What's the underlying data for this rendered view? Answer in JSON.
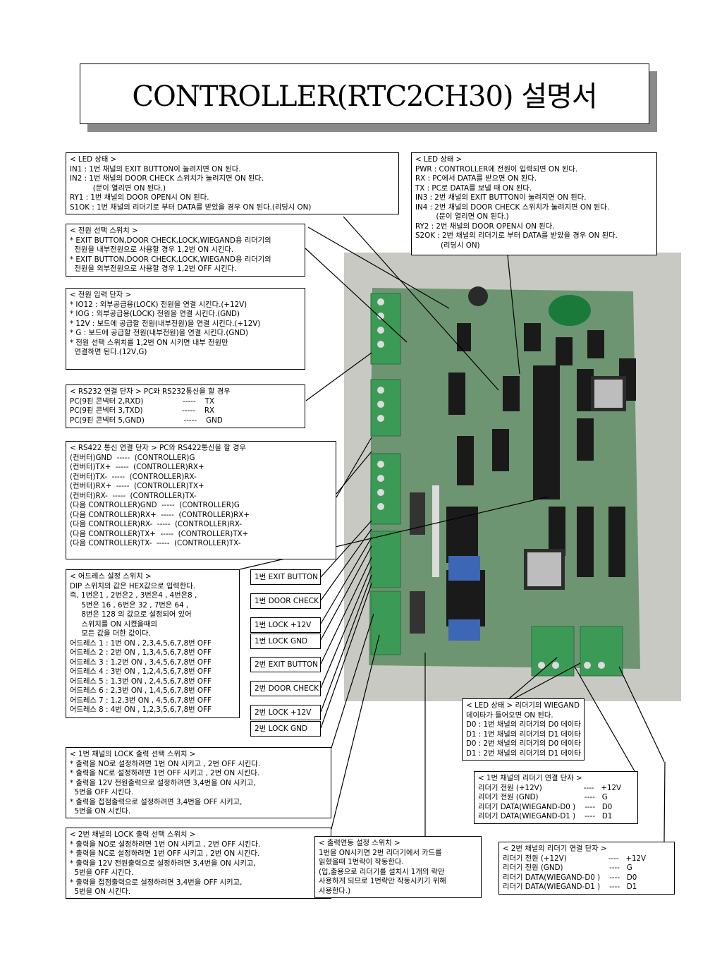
{
  "title": "CONTROLLER(RTC2CH30) 설명서",
  "boxes": {
    "led1": [
      "< LED 상태 >",
      "IN1 : 1번 채널의 EXIT BUTTON이 눌려지면 ON 된다.",
      "IN2 : 1번 채널의 DOOR CHECK 스위치가 눌려지면 ON 된다.",
      "          (문이 열리면 ON 된다.)",
      "RY1 : 1번 채널의 DOOR OPEN시 ON 된다.",
      "S1OK : 1번 채널의 리더기로 부터 DATA를 받았을 경우 ON 된다.(리딩시 ON)"
    ],
    "led2": [
      "< LED 상태 >",
      "PWR : CONTROLLER에 전원이 입력되면 ON 된다.",
      "RX : PC에서 DATA를 받으면 ON 된다.",
      "TX : PC로 DATA를 보낼 때 ON 된다.",
      "IN3 : 2번 채널의 EXIT BUTTON이 눌려지면 ON 된다.",
      "IN4 : 2번 채널의 DOOR CHECK 스위치가 눌려지면 ON 된다.",
      "         (문이 열리면 ON 된다.)",
      "RY2 : 2번 채널의 DOOR OPEN시 ON 된다.",
      "S2OK : 2번 채널의 리더기로 부터 DATA를 받았을 경우 ON 된다.",
      "           (리딩시 ON)"
    ],
    "power_select": [
      "< 전원 선택 스위치 >",
      "* EXIT BUTTON,DOOR CHECK,LOCK,WIEGAND용 리더기의",
      "  전원을 내부전원으로 사용할 경우 1,2번 ON 시킨다.",
      "* EXIT BUTTON,DOOR CHECK,LOCK,WIEGAND용 리더기의",
      "  전원을 외부전원으로 사용할 경우 1,2번 OFF 시킨다."
    ],
    "power_input": [
      "< 전원 입력 단자 >",
      "* IO12 : 외부공급용(LOCK) 전원을 연결 시킨다.(+12V)",
      "* IOG : 외부공급용(LOCK) 전원을 연결 시킨다.(GND)",
      "* 12V : 보드에 공급할 전원(내부전원)을 연결 시킨다.(+12V)",
      "* G : 보드에 공급할 전원(내부전원)을 연결 시킨다.(GND)",
      "",
      "* 전원 선택 스위치를 1,2번 ON 시키면 내부 전원만",
      "  연결하면 된다.(12V,G)"
    ],
    "rs232": [
      "< RS232 연결 단자 > PC와 RS232통신을 할 경우",
      "PC(9핀 콘넥터 2,RXD)                 -----    TX",
      "PC(9핀 콘넥터 3,TXD)                 -----    RX",
      "PC(9핀 콘넥터 5,GND)                 -----    GND"
    ],
    "rs422": [
      "< RS422 통신 연결 단자 > PC와 RS422통신을 할 경우",
      "(컨버터)GND  -----  (CONTROLLER)G",
      "(컨버터)TX+  -----  (CONTROLLER)RX+",
      "(컨버터)TX-  -----  (CONTROLLER)RX-",
      "(컨버터)RX+  -----  (CONTROLLER)TX+",
      "(컨버터)RX-  -----  (CONTROLLER)TX-",
      "",
      "(다음 CONTROLLER)GND  -----  (CONTROLLER)G",
      "(다음 CONTROLLER)RX+  -----  (CONTROLLER)RX+",
      "(다음 CONTROLLER)RX-  -----  (CONTROLLER)RX-",
      "(다음 CONTROLLER)TX+  -----  (CONTROLLER)TX+",
      "(다음 CONTROLLER)TX-  -----  (CONTROLLER)TX-"
    ],
    "address": [
      "< 어드레스 설정 스위치 >",
      "DIP 스위치의 값은 HEX값으로 입력한다.",
      "즉, 1번은1 , 2번은2 , 3번은4 , 4번은8 ,",
      "     5번은 16 , 6번은 32 , 7번은 64 ,",
      "     8번은 128 의 값으로 설정되어 있어",
      "     스위치를 ON 시켰을때의",
      "     모든 값을 더한 값이다.",
      "어드레스 1 : 1번 ON , 2,3,4,5,6,7,8번 OFF",
      "어드레스 2 : 2번 ON , 1,3,4,5,6,7,8번 OFF",
      "어드레스 3 : 1,2번 ON , 3,4,5,6,7,8번 OFF",
      "어드레스 4 : 3번 ON , 1,2,4,5,6,7,8번 OFF",
      "어드레스 5 : 1,3번 ON , 2,4,5,6,7,8번 OFF",
      "어드레스 6 : 2,3번 ON , 1,4,5,6,7,8번 OFF",
      "어드레스 7 : 1,2,3번 ON , 4,5,6,7,8번 OFF",
      "어드레스 8 : 4번 ON , 1,2,3,5,6,7,8번 OFF"
    ],
    "lock1": [
      "< 1번 채널의 LOCK 출력 선택 스위치 >",
      "* 출력을 NO로 설정하려면 1번 ON 시키고 , 2번 OFF 시킨다.",
      "* 출력을 NC로 설정하려면 1번 OFF 시키고 , 2번 ON 시킨다.",
      "* 출력을 12V 전원출력으로 설정하려면 3,4번을 ON 시키고,",
      "  5번을 OFF 시킨다.",
      "* 출력을 접점출력으로 설정하려면 3,4번을 OFF 시키고,",
      "  5번을 ON 시킨다."
    ],
    "lock2": [
      "< 2번 채널의 LOCK 출력 선택 스위치 >",
      "* 출력을 NO로 설정하려면 1번 ON 시키고 , 2번 OFF 시킨다.",
      "* 출력을 NC로 설정하려면 1번 OFF 시키고 , 2번 ON 시킨다.",
      "* 출력을 12V 전원출력으로 설정하려면 3,4번을 ON 시키고,",
      "  5번을 OFF 시킨다.",
      "* 출력을 접점출력으로 설정하려면 3,4번을 OFF 시키고,",
      "  5번을 ON 시킨다."
    ],
    "output_link": [
      "< 출력연동 설정 스위치 >",
      "1번을 ON시키면 2번 리더기에서 카드를",
      "읽혔을때 1번락이 작동한다.",
      "(입,출용으로 리더기를 설치시 1개의 락만",
      "사용하게 되므로 1번락만 작동시키기 위해",
      "사용한다.)"
    ],
    "wiegand_led": [
      "< LED 상태 > 리더기의 WIEGAND",
      "데이타가 들어오면 ON 된다.",
      "D0 : 1번 채널의 리더기의 D0 데이타",
      "D1 : 1번 채널의 리더기의 D1 데이타",
      "D0 : 2번 채널의 리더기의 D0 데이타",
      "D1 : 2번 채널의 리더기의 D1 데이타"
    ],
    "reader1": [
      "< 1번 채널의 리더기 연결 단자 >",
      "리더기 전원 (+12V)                  ----   +12V",
      "리더기 전원 (GND)                    ----   G",
      "리더기 DATA(WIEGAND-D0 )    ----   D0",
      "리더기 DATA(WIEGAND-D1 )    ----   D1"
    ],
    "reader2": [
      "< 2번 채널의 리더기 연결 단자 >",
      "리더기 전원 (+12V)                  ----   +12V",
      "리더기 전원 (GND)                    ----   G",
      "리더기 DATA(WIEGAND-D0 )    ----   D0",
      "리더기 DATA(WIEGAND-D1 )    ----   D1"
    ]
  },
  "terminal_labels": [
    "1번 EXIT BUTTON",
    "1번 DOOR CHECK",
    "1번 LOCK +12V",
    "1번 LOCK GND",
    "2번 EXIT BUTTON",
    "2번 DOOR CHECK",
    "2번 LOCK +12V",
    "2번 LOCK GND"
  ],
  "photo": {
    "board_color": "#6f9872",
    "terminal_color": "#3c9a57",
    "chip_color": "#1a1a1a"
  }
}
